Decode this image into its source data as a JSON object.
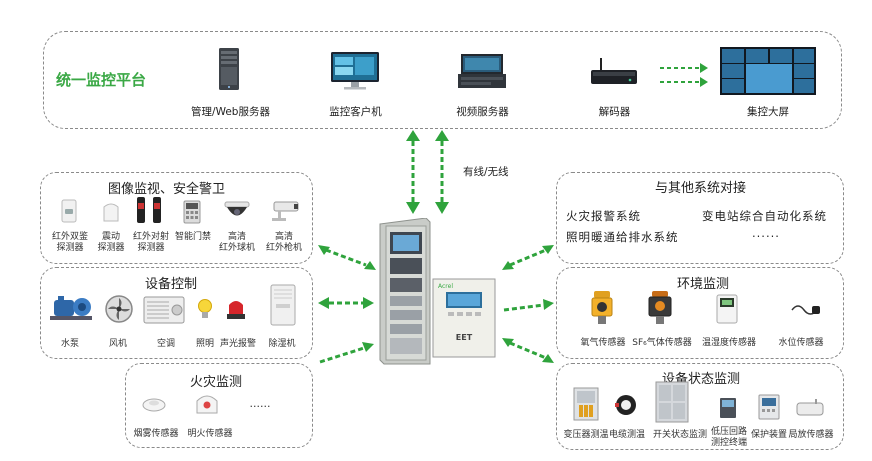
{
  "platform": {
    "title": "统一监控平台",
    "devices": [
      "管理/Web服务器",
      "监控客户机",
      "视频服务器",
      "解码器",
      "集控大屏"
    ]
  },
  "link_label": "有线/无线",
  "image_security": {
    "title": "图像监视、安全警卫",
    "items": [
      {
        "l1": "红外双鉴",
        "l2": "探测器"
      },
      {
        "l1": "震动",
        "l2": "探测器"
      },
      {
        "l1": "红外对射",
        "l2": "探测器"
      },
      {
        "l1": "智能门禁",
        "l2": ""
      },
      {
        "l1": "高清",
        "l2": "红外球机"
      },
      {
        "l1": "高清",
        "l2": "红外枪机"
      }
    ]
  },
  "equipment_control": {
    "title": "设备控制",
    "items": [
      "水泵",
      "风机",
      "空调",
      "照明",
      "声光报警",
      "除湿机"
    ]
  },
  "fire_monitor": {
    "title": "火灾监测",
    "items": [
      "烟雾传感器",
      "明火传感器"
    ],
    "more": "......"
  },
  "other_systems": {
    "title": "与其他系统对接",
    "lines": [
      "火灾报警系统",
      "变电站综合自动化系统",
      "照明暖通给排水系统",
      "......"
    ]
  },
  "env_monitor": {
    "title": "环境监测",
    "items": [
      "氧气传感器",
      "SF₆气体传感器",
      "温湿度传感器",
      "水位传感器"
    ]
  },
  "device_status": {
    "title": "设备状态监测",
    "items": [
      {
        "l1": "变压器测温",
        "l2": ""
      },
      {
        "l1": "电缆测温",
        "l2": ""
      },
      {
        "l1": "开关状态监测",
        "l2": ""
      },
      {
        "l1": "低压回路",
        "l2": "测控终端"
      },
      {
        "l1": "保护装置",
        "l2": ""
      },
      {
        "l1": "局放传感器",
        "l2": ""
      }
    ]
  },
  "center": {
    "panel_label": "EET",
    "screen_brand": "Acrel"
  },
  "colors": {
    "accent_green": "#3aa845",
    "arrow_green": "#2fa33c",
    "border": "#8a8a8a"
  }
}
